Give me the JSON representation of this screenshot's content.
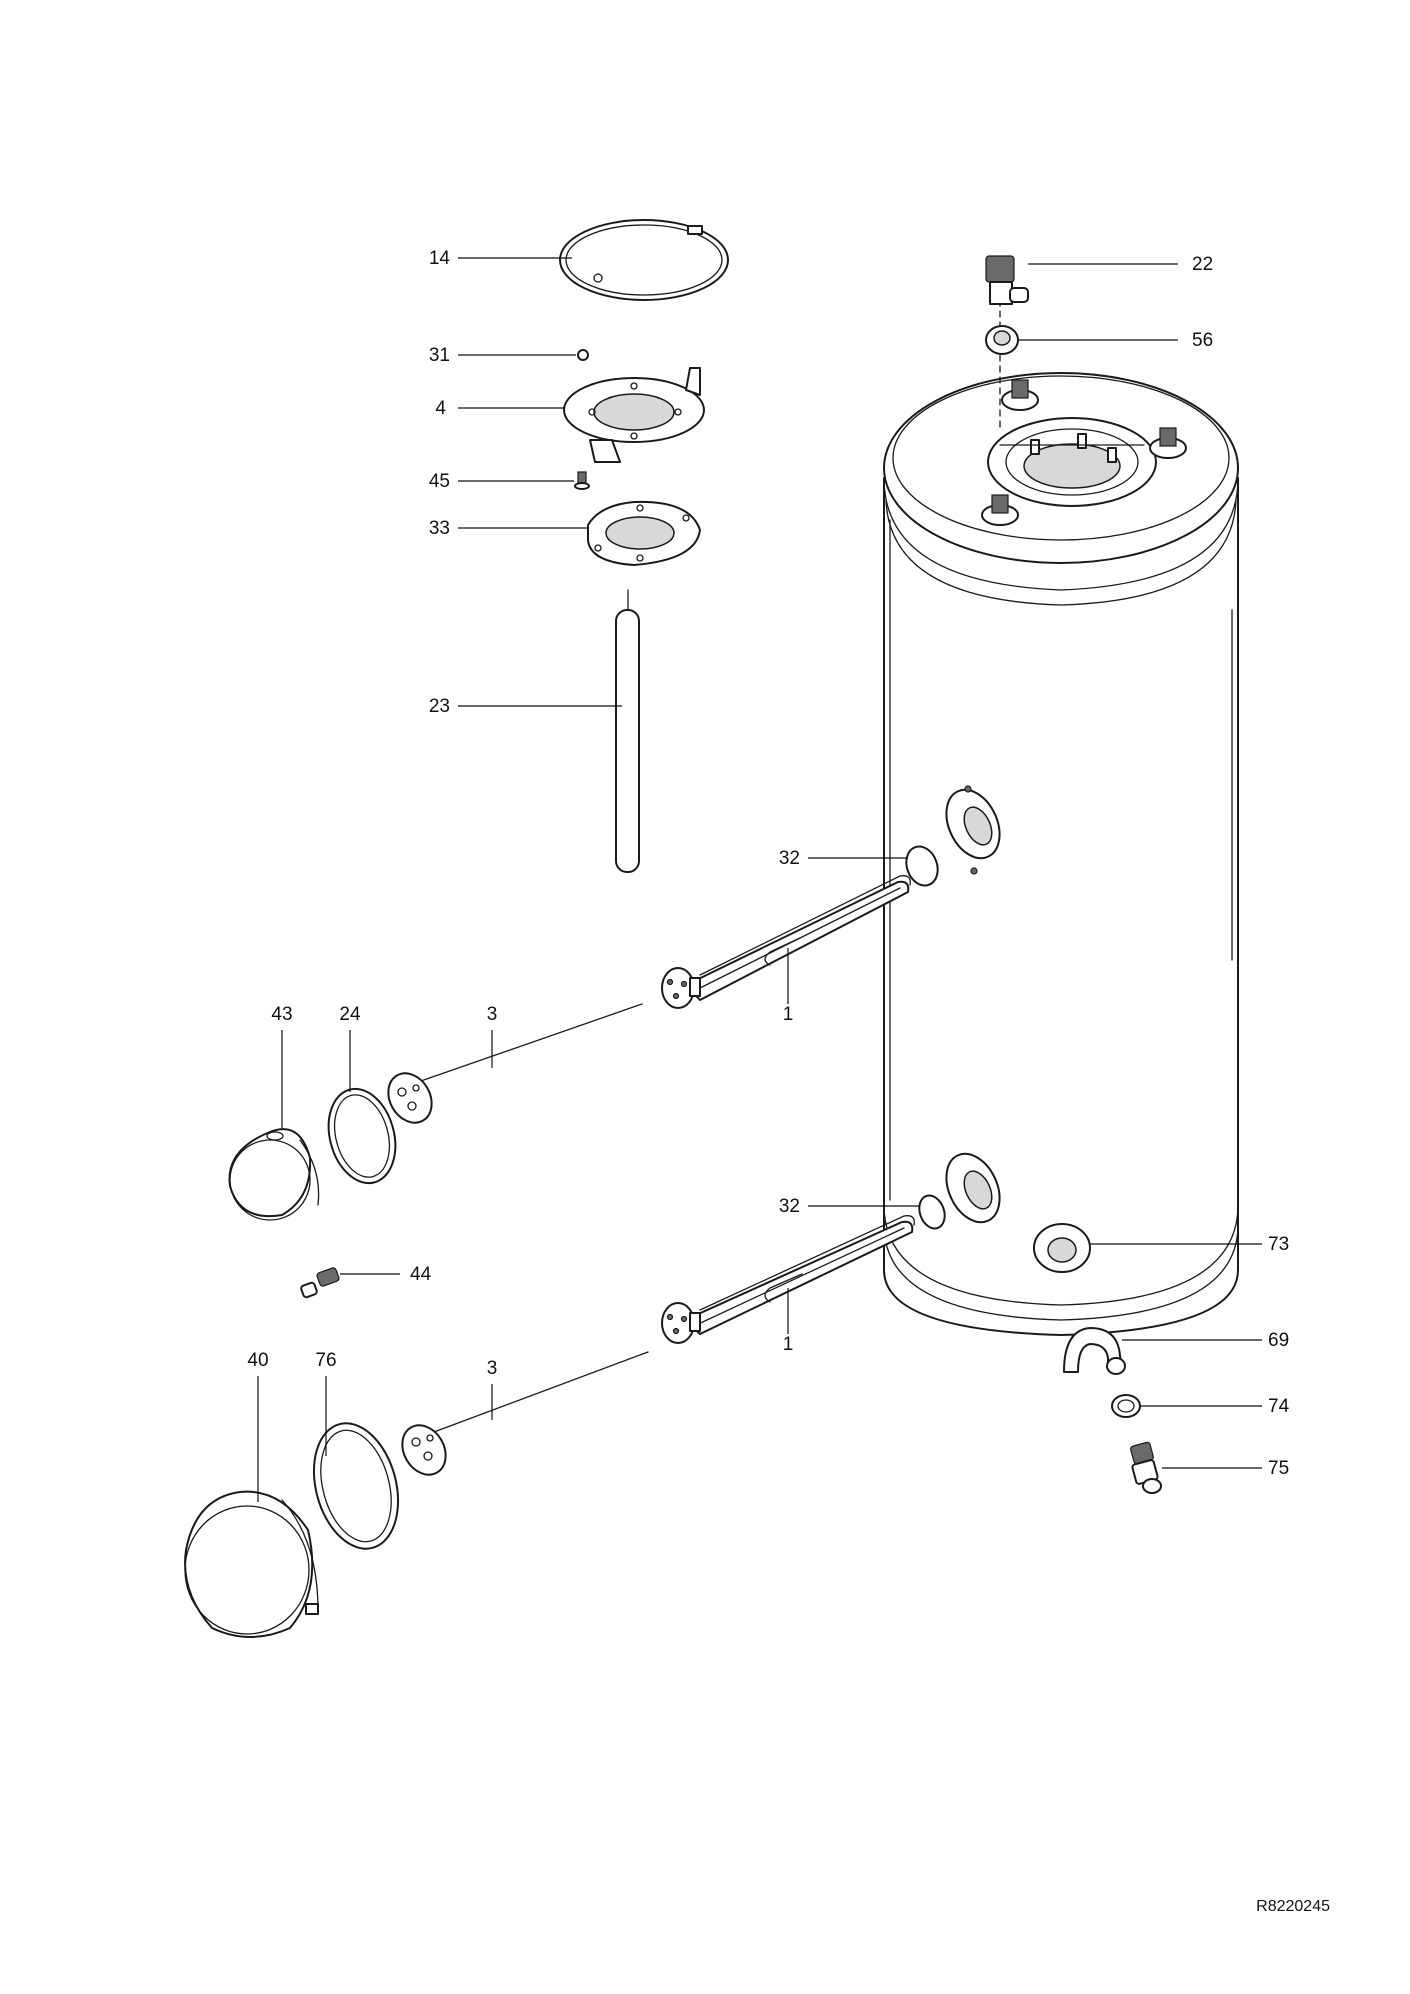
{
  "drawing_reference": "R8220245",
  "callouts": {
    "c14": "14",
    "c31": "31",
    "c4": "4",
    "c45": "45",
    "c33": "33",
    "c23": "23",
    "c22": "22",
    "c56": "56",
    "c32_upper": "32",
    "c32_lower": "32",
    "c1_upper": "1",
    "c1_lower": "1",
    "c43": "43",
    "c24": "24",
    "c3_upper": "3",
    "c3_lower": "3",
    "c44": "44",
    "c40": "40",
    "c76": "76",
    "c73": "73",
    "c69": "69",
    "c74": "74",
    "c75": "75"
  }
}
